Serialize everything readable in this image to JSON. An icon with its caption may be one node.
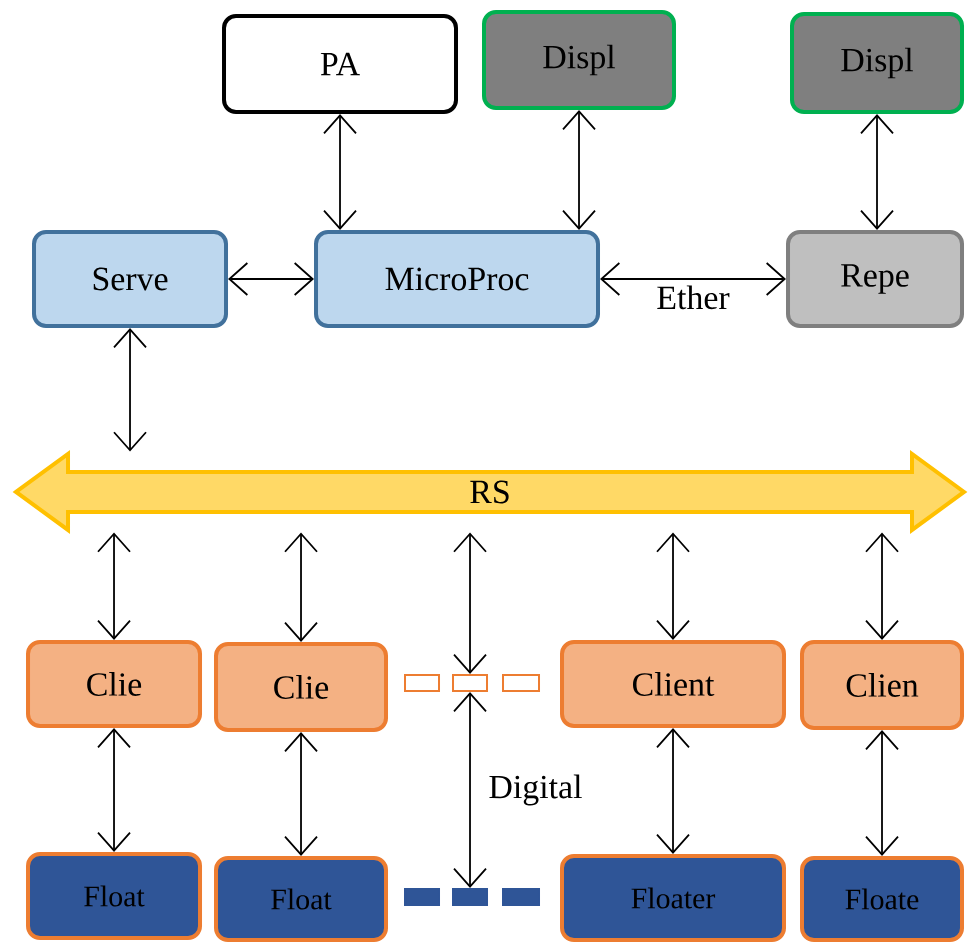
{
  "diagram": {
    "nodes": [
      {
        "text": [
          "PA"
        ]
      },
      {
        "text": [
          "Displ"
        ]
      },
      {
        "text": [
          "Displ"
        ]
      },
      {
        "text": [
          "Serve"
        ]
      },
      {
        "text": [
          "MicroProc"
        ]
      },
      {
        "text": [
          "Repe"
        ]
      },
      {
        "text": [
          "RS"
        ]
      },
      {
        "text": [
          "Clie"
        ]
      },
      {
        "text": [
          "Clie"
        ]
      },
      {
        "text": [],
        "shape": "box"
      },
      {
        "text": [],
        "shape": "box"
      },
      {
        "text": [],
        "shape": "box"
      },
      {
        "text": [
          "Client"
        ]
      },
      {
        "text": [
          "Clien"
        ]
      },
      {
        "text": [
          "Float"
        ]
      },
      {
        "text": [
          "Float"
        ]
      },
      {
        "text": [],
        "shape": "box"
      },
      {
        "text": [],
        "shape": "box"
      },
      {
        "text": [],
        "shape": "box"
      },
      {
        "text": [
          "Floater"
        ]
      },
      {
        "text": [
          "Floate"
        ]
      }
    ],
    "edges": [
      {
        "from": 0,
        "to": 4,
        "arrow": "both"
      },
      {
        "from": 1,
        "to": 4,
        "arrow": "both"
      },
      {
        "from": 2,
        "to": 5,
        "arrow": "both"
      },
      {
        "from": 3,
        "to": 4,
        "arrow": "both"
      },
      {
        "from": 4,
        "to": 5,
        "arrow": "both",
        "label": "Ether"
      },
      {
        "from": 3,
        "to": 6,
        "arrow": "both"
      },
      {
        "from": 6,
        "to": 7,
        "arrow": "both"
      },
      {
        "from": 6,
        "to": 8,
        "arrow": "both"
      },
      {
        "from": 6,
        "to": 10,
        "arrow": "both"
      },
      {
        "from": 6,
        "to": 12,
        "arrow": "both"
      },
      {
        "from": 6,
        "to": 13,
        "arrow": "both"
      },
      {
        "from": 7,
        "to": 14,
        "arrow": "both"
      },
      {
        "from": 8,
        "to": 15,
        "arrow": "both"
      },
      {
        "from": 10,
        "to": 17,
        "arrow": "both",
        "label": "Digital"
      },
      {
        "from": 12,
        "to": 19,
        "arrow": "both"
      },
      {
        "from": 13,
        "to": 20,
        "arrow": "both"
      }
    ]
  }
}
